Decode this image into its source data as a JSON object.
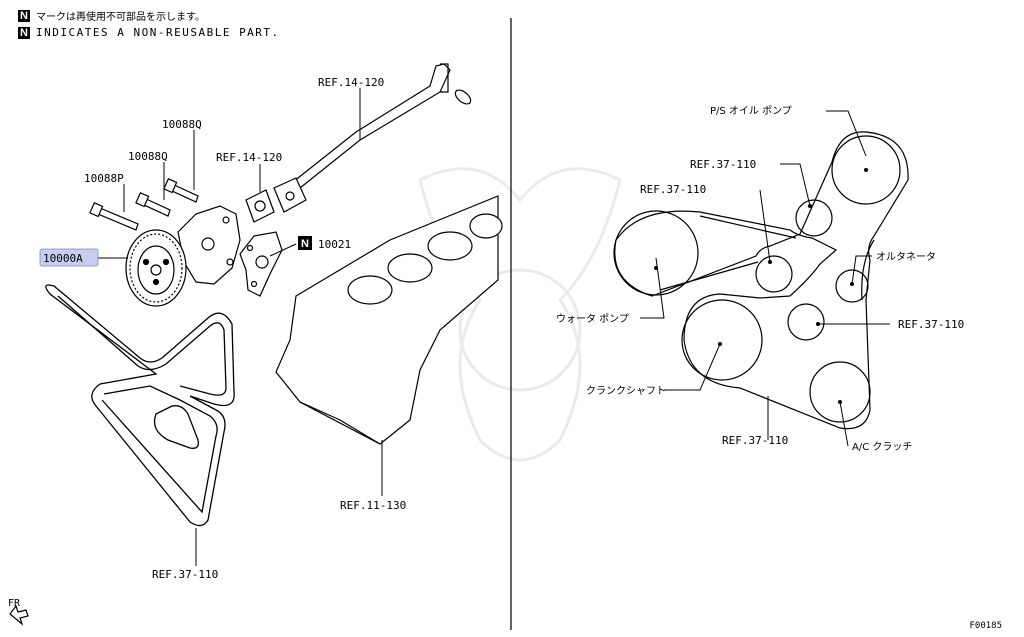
{
  "legend": {
    "badge": "N",
    "line_jp": "マークは再使用不可部品を示します。",
    "line_en": "INDICATES A NON-REUSABLE PART."
  },
  "left_view": {
    "labels": {
      "ref_14_120_top": "REF.14-120",
      "ref_14_120_mid": "REF.14-120",
      "part_10088Q_a": "10088Q",
      "part_10088Q_b": "10088Q",
      "part_10088P": "10088P",
      "part_10000A": "10000A",
      "part_10021": "10021",
      "ref_11_130": "REF.11-130",
      "ref_37_110_belt": "REF.37-110"
    },
    "highlight_color": "#c8cdf0"
  },
  "right_view": {
    "labels": {
      "ps_pump": "P/S オイル ポンプ",
      "ref_37_110_a": "REF.37-110",
      "ref_37_110_b": "REF.37-110",
      "alternator": "オルタネータ",
      "water_pump": "ウォータ ポンプ",
      "ref_37_110_c": "REF.37-110",
      "crankshaft": "クランクシャフト",
      "ref_37_110_d": "REF.37-110",
      "ac_clutch": "A/C クラッチ"
    }
  },
  "footer": {
    "direction": "FR",
    "figure_id": "F00185"
  }
}
